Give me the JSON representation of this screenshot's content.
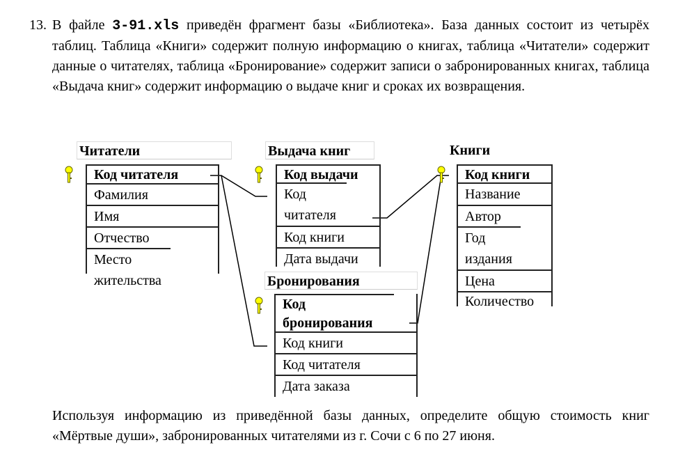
{
  "task": {
    "number": "13.",
    "intro_before": "В файле ",
    "file": "3-91.xls",
    "intro_after": " приведён фрагмент базы «Библиотека». База данных состоит из четырёх таблиц. Таблица «Книги» содержит полную информацию о книгах, таблица «Читатели» содержит данные о читателях,  таблица «Бронирование» содержит записи о забронированных книгах, таблица «Выдача книг» содержит информацию о выдаче книг и сроках их возвращения.",
    "question": "Используя информацию из приведённой базы данных, определите общую стоимость книг «Мёртвые души», забронированных читателями из г. Сочи с 6 по 27 июня."
  },
  "tables": {
    "readers": {
      "title": "Читатели",
      "fields": [
        "Код читателя",
        "Фамилия",
        "Имя",
        "Отчество",
        "Место жительства"
      ]
    },
    "issues": {
      "title": "Выдача книг",
      "fields": [
        "Код выдачи",
        "Код читателя",
        "Код книги",
        "Дата выдачи"
      ]
    },
    "bookings": {
      "title": "Бронирования",
      "fields": [
        "Код бронирования",
        "Код книги",
        "Код читателя",
        "Дата заказа"
      ]
    },
    "books": {
      "title": "Книги",
      "fields": [
        "Код книги",
        "Название",
        "Автор",
        "Год издания",
        "Цена",
        "Количество"
      ]
    }
  }
}
